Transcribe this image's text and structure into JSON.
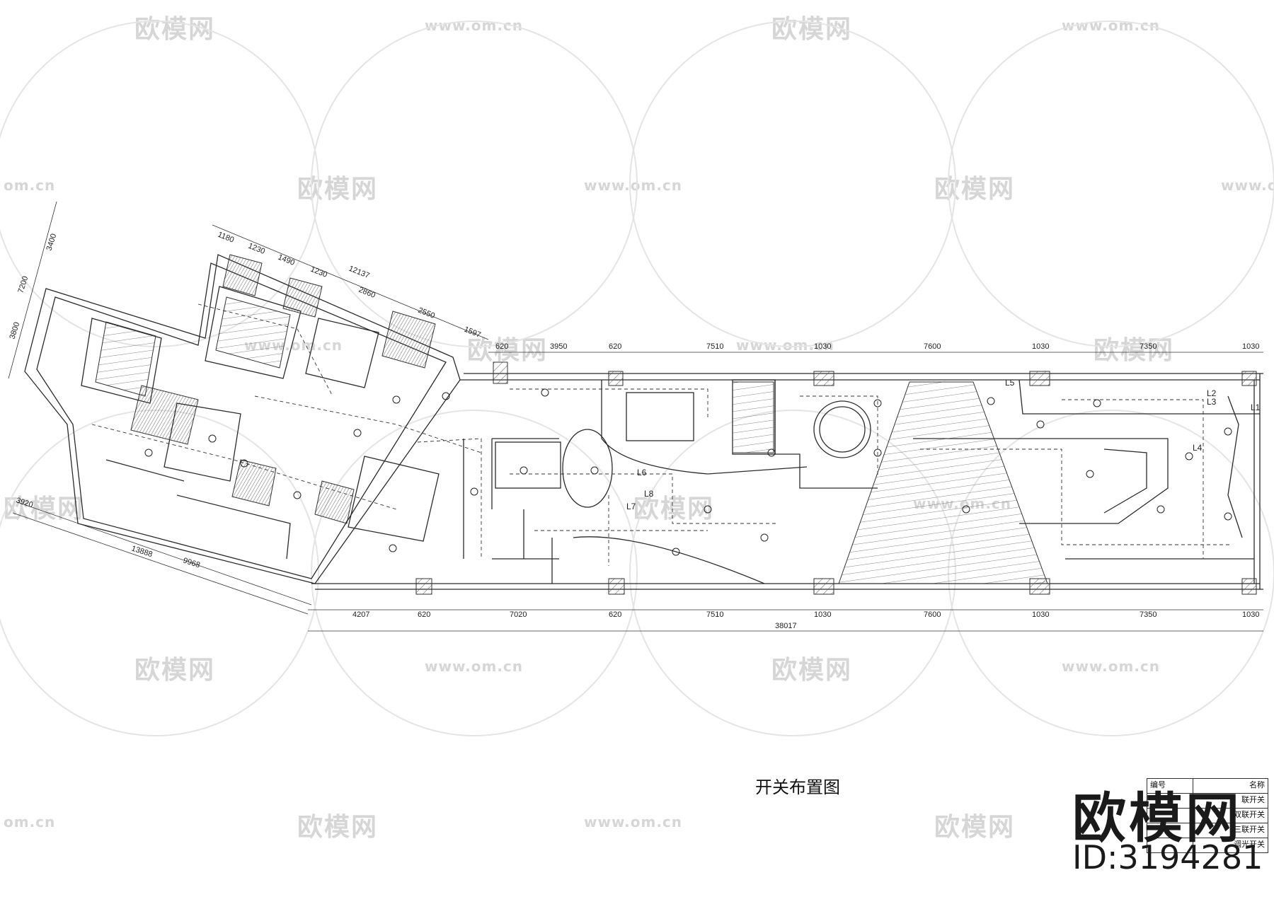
{
  "drawing": {
    "title": "开关布置图",
    "top_dims": [
      "620",
      "3950",
      "620",
      "7510",
      "1030",
      "7600",
      "1030",
      "7350",
      "1030"
    ],
    "bottom_dims": [
      "4207",
      "620",
      "7020",
      "620",
      "7510",
      "1030",
      "7600",
      "1030",
      "7350",
      "1030"
    ],
    "total_dim": "38017",
    "left_wing_dims": [
      "1180",
      "1230",
      "1490",
      "1230",
      "12137",
      "2860",
      "2550",
      "1597"
    ],
    "left_vertical_dims": [
      "3400",
      "7200",
      "3800"
    ],
    "left_lower_dims": [
      "3920",
      "13888",
      "9968"
    ],
    "circuit_labels": [
      "L1",
      "L2",
      "L3",
      "L4",
      "L5",
      "L6",
      "L7",
      "L8"
    ]
  },
  "legend": {
    "header": [
      "编号",
      "名称"
    ],
    "rows": [
      "联开关",
      "双联开关",
      "三联开关",
      "调光开关"
    ]
  },
  "watermark": {
    "brand": "欧模网",
    "url": "www.om.cn",
    "url_short": "om.cn",
    "id": "ID:3194281"
  },
  "colors": {
    "line": "#2a2a2a",
    "hatch": "#555555",
    "watermark": "#d6d6d6"
  }
}
